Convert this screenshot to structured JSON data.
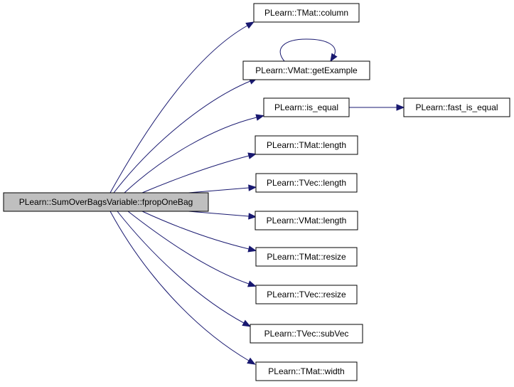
{
  "graph": {
    "root": {
      "id": "root",
      "label": "PLearn::SumOverBagsVariable::fpropOneBag",
      "highlighted": true
    },
    "nodes": [
      {
        "id": "tmat_column",
        "label": "PLearn::TMat::column"
      },
      {
        "id": "vmat_getexample",
        "label": "PLearn::VMat::getExample"
      },
      {
        "id": "is_equal",
        "label": "PLearn::is_equal"
      },
      {
        "id": "fast_is_equal",
        "label": "PLearn::fast_is_equal"
      },
      {
        "id": "tmat_length",
        "label": "PLearn::TMat::length"
      },
      {
        "id": "tvec_length",
        "label": "PLearn::TVec::length"
      },
      {
        "id": "vmat_length",
        "label": "PLearn::VMat::length"
      },
      {
        "id": "tmat_resize",
        "label": "PLearn::TMat::resize"
      },
      {
        "id": "tvec_resize",
        "label": "PLearn::TVec::resize"
      },
      {
        "id": "tvec_subvec",
        "label": "PLearn::TVec::subVec"
      },
      {
        "id": "tmat_width",
        "label": "PLearn::TMat::width"
      }
    ],
    "edges": [
      {
        "from": "root",
        "to": "tmat_column"
      },
      {
        "from": "root",
        "to": "vmat_getexample"
      },
      {
        "from": "vmat_getexample",
        "to": "vmat_getexample"
      },
      {
        "from": "root",
        "to": "is_equal"
      },
      {
        "from": "is_equal",
        "to": "fast_is_equal"
      },
      {
        "from": "root",
        "to": "tmat_length"
      },
      {
        "from": "root",
        "to": "tvec_length"
      },
      {
        "from": "root",
        "to": "vmat_length"
      },
      {
        "from": "root",
        "to": "tmat_resize"
      },
      {
        "from": "root",
        "to": "tvec_resize"
      },
      {
        "from": "root",
        "to": "tvec_subvec"
      },
      {
        "from": "root",
        "to": "tmat_width"
      }
    ],
    "colors": {
      "edge": "#191970",
      "root_fill": "#bfbfbf",
      "node_fill": "#ffffff",
      "border": "#000000"
    }
  }
}
